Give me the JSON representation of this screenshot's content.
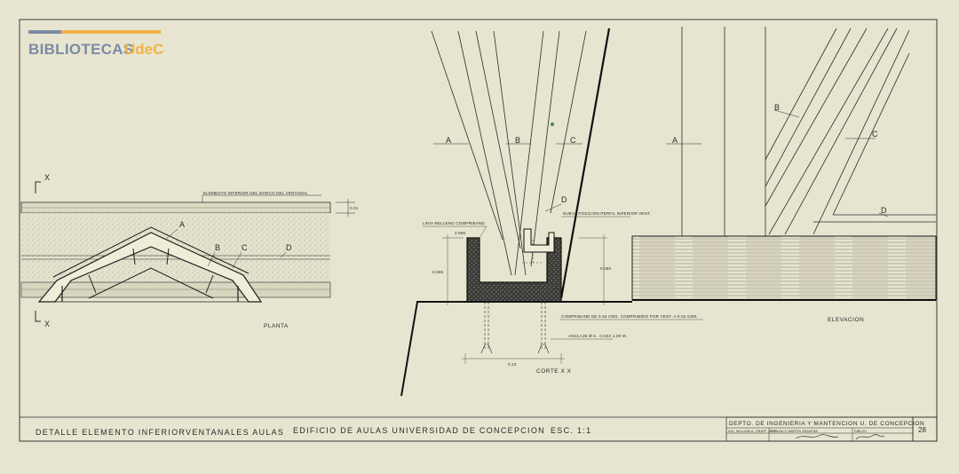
{
  "logo": {
    "part1": "BIBLIOTECAS",
    "part2": "UdeC",
    "colors": {
      "blue": "#7d8aa3",
      "orange": "#f0b347"
    }
  },
  "plan": {
    "section_marker": "X",
    "top_element_label": "ELEMENTO INFERIOR DEL MARCO DEL VENTANAL",
    "dim_label": "0.01",
    "labels": [
      "A",
      "B",
      "C",
      "D"
    ],
    "view_title": "PLANTA"
  },
  "section": {
    "labels": [
      "A",
      "B",
      "C",
      "D"
    ],
    "note_top_left_1": "LINIA RELLENO COMPRIBAND",
    "note_top_left_2": "3 MM.",
    "note_top_right": "NUEVA POSICION PERFIL INFERIOR VENT.",
    "dim_left": "0.065",
    "dim_right": "0.065",
    "note_bottom_1": "COMPRIBAND DE 0.04 CMS. COMPRIMIDO POR VENT. A 0.02 CMS.",
    "note_bottom_2": "ANCLAJE Ø 6 . CADA 1.00 M.",
    "dim_bottom": "0.10",
    "view_title": "CORTE X X"
  },
  "elevation": {
    "labels": [
      "A",
      "B",
      "C",
      "D"
    ],
    "view_title": "ELEVACION"
  },
  "title_block": {
    "drawing_title": "DETALLE ELEMENTO INFERIORVENTANALES AULAS",
    "project": "EDIFICIO DE AULAS UNIVERSIDAD DE CONCEPCION",
    "scale": "ESC. 1:1",
    "department": "DEPTO. DE INGENIERIA Y MANTENCION U. DE CONCEPCION",
    "sheet_number": "28",
    "credits": [
      "ING. WILLIAM A. GRAFF JEFE",
      "GONZALO MARTIN ARAVENA",
      "DIBUJO"
    ]
  }
}
